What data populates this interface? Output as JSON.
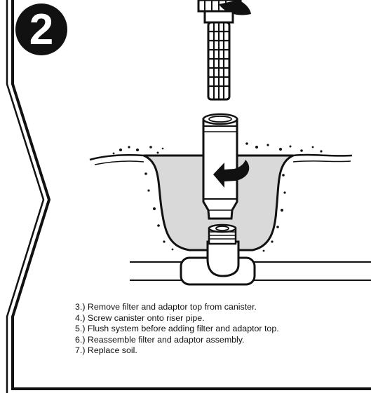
{
  "step_badge": {
    "number": "2"
  },
  "instructions": [
    "3.) Remove filter and adaptor top from canister.",
    "4.) Screw canister onto riser pipe.",
    "5.) Flush system before adding filter and adaptor top.",
    "6.) Reassemble filter and adaptor assembly.",
    "7.) Replace soil."
  ],
  "colors": {
    "ink": "#111111",
    "soil": "#d9d9d9",
    "paper": "#ffffff"
  }
}
